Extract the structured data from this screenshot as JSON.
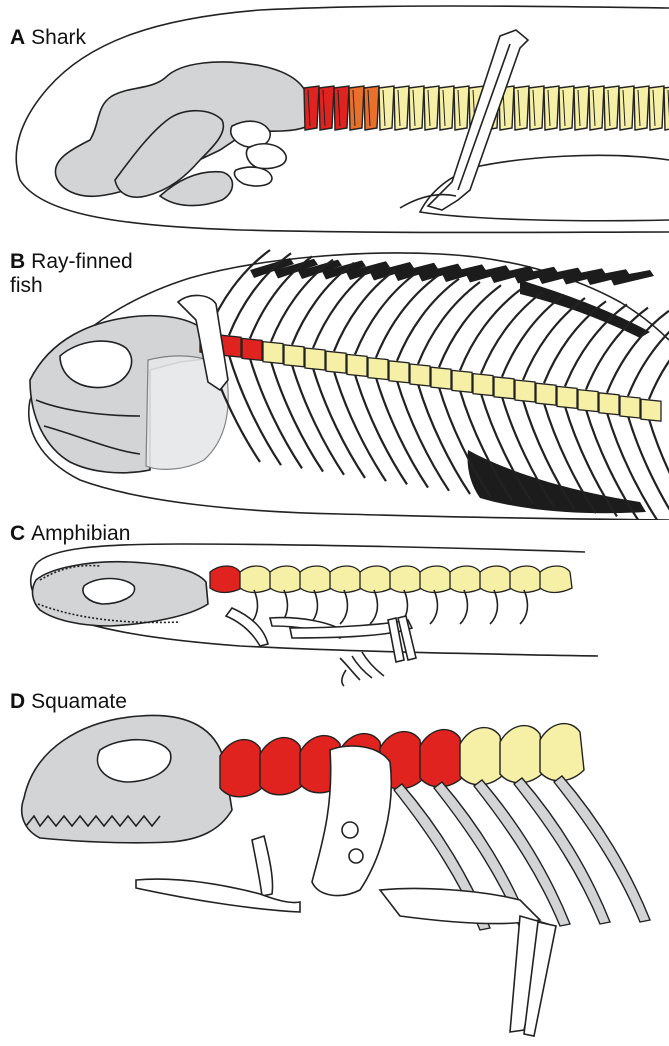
{
  "panels": [
    {
      "letter": "A",
      "name": "Shark"
    },
    {
      "letter": "B",
      "name": "Ray-finned fish"
    },
    {
      "letter": "C",
      "name": "Amphibian"
    },
    {
      "letter": "D",
      "name": "Squamate"
    }
  ],
  "colors": {
    "skull": "#d2d4d6",
    "anterior_vertebrae": "#e0231f",
    "transition_vertebrae": "#e8702a",
    "posterior_vertebrae": "#f6efa6",
    "outline": "#222222"
  }
}
